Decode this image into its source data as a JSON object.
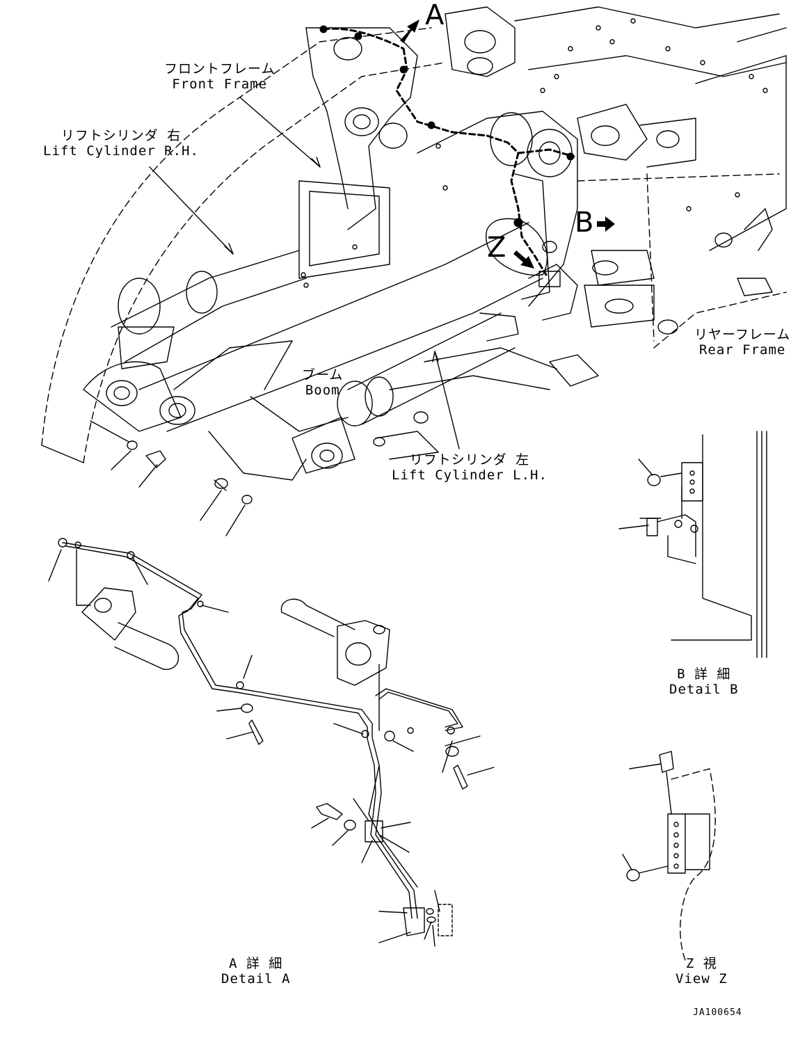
{
  "labels": {
    "front_frame": {
      "ja": "フロントフレーム",
      "en": "Front Frame"
    },
    "lift_cylinder_rh": {
      "ja": "リフトシリンダ 右",
      "en": "Lift Cylinder R.H."
    },
    "boom": {
      "ja": "ブーム",
      "en": "Boom"
    },
    "lift_cylinder_lh": {
      "ja": "リフトシリンダ 左",
      "en": "Lift Cylinder L.H."
    },
    "rear_frame": {
      "ja": "リヤーフレーム",
      "en": "Rear Frame"
    },
    "detail_a": {
      "ja": "A 詳 細",
      "en": "Detail A"
    },
    "detail_b": {
      "ja": "B 詳 細",
      "en": "Detail B"
    },
    "view_z": {
      "ja": "Z 視",
      "en": "View Z"
    }
  },
  "callouts": {
    "a": "A",
    "b": "B",
    "z": "Z"
  },
  "drawing_code": "JA100654",
  "icons": {
    "view_arrow": "view-direction-arrow-icon"
  },
  "colors": {
    "line": "#000000",
    "background": "#ffffff"
  }
}
